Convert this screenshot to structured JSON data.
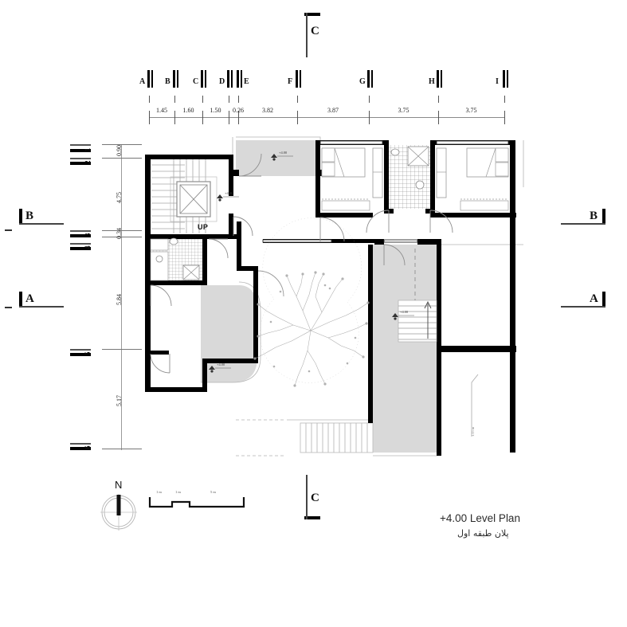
{
  "sheet": {
    "title_en": "+4.00 Level Plan",
    "title_fa": "پلان طبقه اول",
    "background": "#ffffff",
    "ink": "#000000",
    "terrace_fill": "#d9d9d9",
    "tree_color": "#9a9a9a"
  },
  "grid": {
    "columns": [
      {
        "label": "A"
      },
      {
        "label": "B"
      },
      {
        "label": "C"
      },
      {
        "label": "D"
      },
      {
        "label": "E"
      },
      {
        "label": "F"
      },
      {
        "label": "G"
      },
      {
        "label": "H"
      },
      {
        "label": "I"
      }
    ],
    "column_dimensions": [
      "1.45",
      "1.60",
      "1.50",
      "0.26",
      "3.82",
      "3.87",
      "3.75",
      "3.75"
    ],
    "rows": [
      {
        "label": "1"
      },
      {
        "label": "2"
      },
      {
        "label": "3"
      },
      {
        "label": "4"
      },
      {
        "label": "5"
      },
      {
        "label": "6"
      }
    ],
    "row_dimensions": [
      "0.90",
      "4.75",
      "0.34",
      "5.84",
      "5.17"
    ]
  },
  "sections": {
    "left": [
      {
        "label": "B"
      },
      {
        "label": "A"
      }
    ],
    "right": [
      {
        "label": "B"
      },
      {
        "label": "A"
      }
    ],
    "top": {
      "label": "C"
    },
    "bottom": {
      "label": "C"
    }
  },
  "annotations": {
    "up_label": "UP",
    "level_markers": [
      {
        "value": "+4.00",
        "where": "north-terrace"
      },
      {
        "value": "+4.00",
        "where": "stair-landing"
      },
      {
        "value": "+4.00",
        "where": "west-balcony"
      },
      {
        "value": "+4.00",
        "where": "east-terrace"
      }
    ],
    "edge_note": "1.15 m"
  },
  "north_arrow": {
    "label": "N"
  },
  "scale_bar": {
    "labels": [
      "1 m",
      "1 m",
      "5 m"
    ]
  }
}
